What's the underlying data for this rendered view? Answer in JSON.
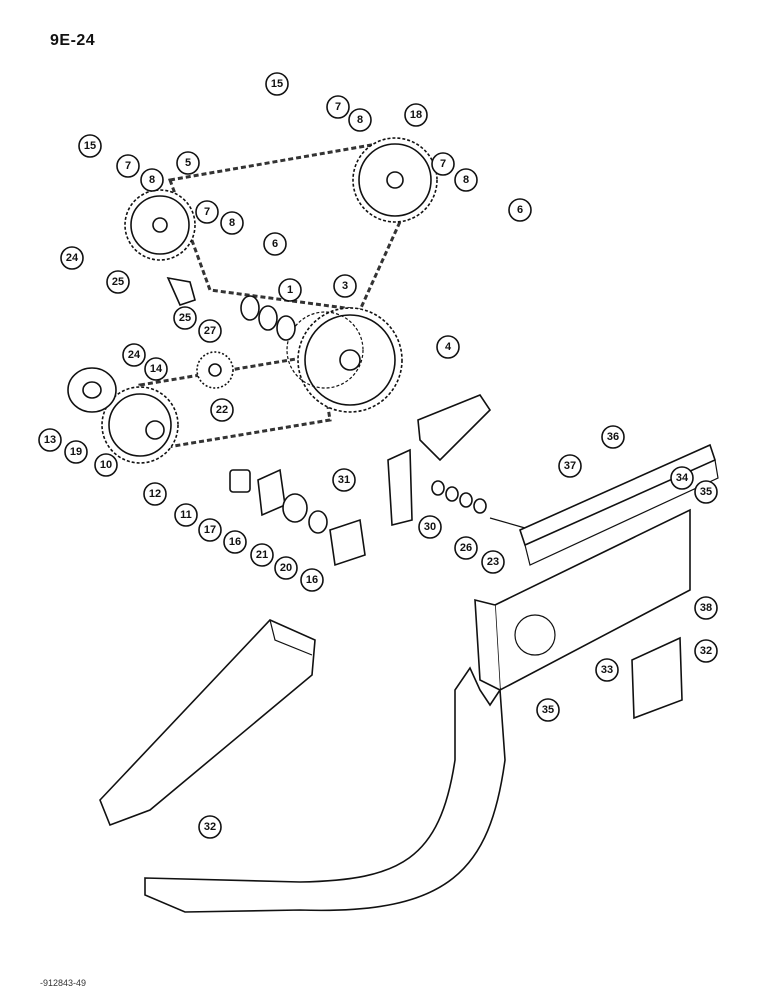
{
  "page": {
    "number": "9E-24",
    "catalog_code": "-912843-49"
  },
  "callouts": [
    "15",
    "7",
    "8",
    "18",
    "15",
    "7",
    "8",
    "5",
    "7",
    "8",
    "6",
    "7",
    "8",
    "6",
    "24",
    "25",
    "1",
    "3",
    "25",
    "27",
    "24",
    "14",
    "4",
    "22",
    "13",
    "19",
    "10",
    "12",
    "11",
    "17",
    "16",
    "21",
    "20",
    "16",
    "31",
    "30",
    "36",
    "37",
    "34",
    "35",
    "26",
    "23",
    "38",
    "33",
    "32",
    "35",
    "32"
  ]
}
